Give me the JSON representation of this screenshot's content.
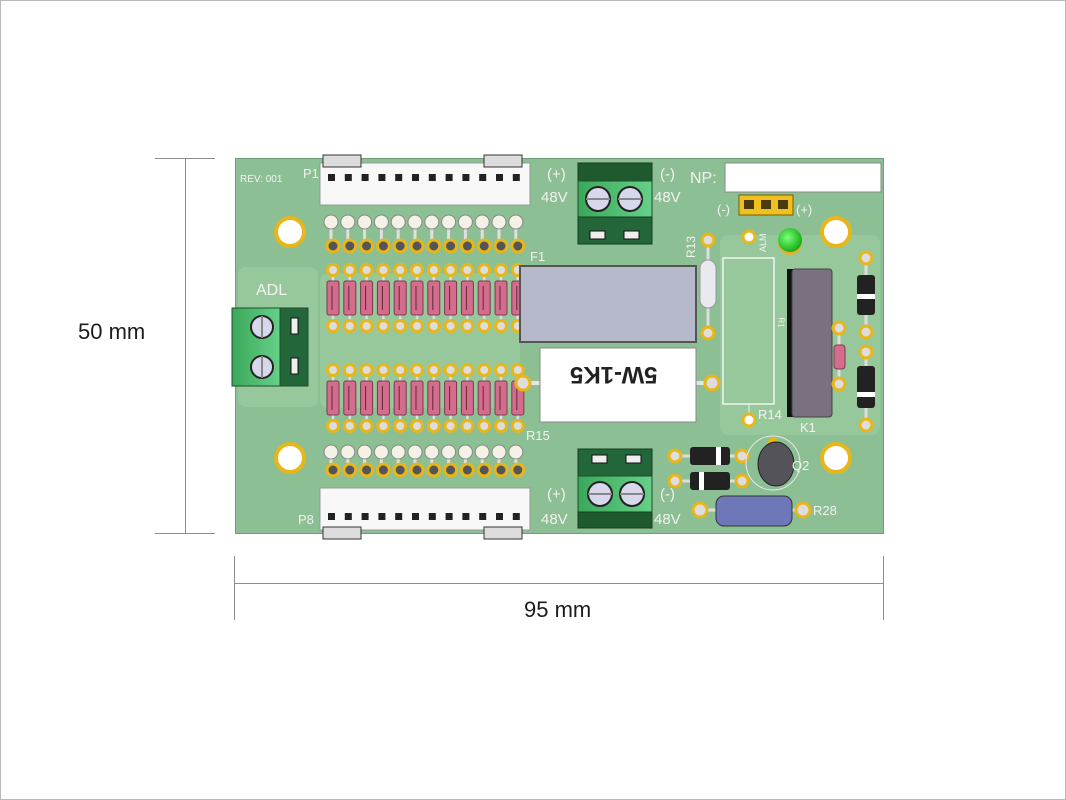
{
  "diagram": {
    "title": "PCB 3D view with dimensions",
    "dimensions": {
      "height_label": "50 mm",
      "width_label": "95 mm"
    },
    "board": {
      "revision": "REV: 001",
      "np_label": "NP:",
      "np_value": "",
      "colors": {
        "board": "#8cbf93",
        "pad": "#f0c020",
        "terminal_block": "#4fbf6f",
        "terminal_dark": "#1f5a2f",
        "resistor_array": "#d46c8c",
        "fuse": "#b8bccb",
        "relay": "#7a7080",
        "led": "#28d228",
        "r28_body": "#6e78b8"
      },
      "connectors": [
        {
          "ref": "P1",
          "pins": 12
        },
        {
          "ref": "P8",
          "pins": 12
        }
      ],
      "terminal_blocks": [
        {
          "ref": "ADL",
          "label": "ADL"
        },
        {
          "ref": "48V-top",
          "plus_label": "(+)",
          "plus_voltage": "48V",
          "minus_label": "(-)",
          "minus_voltage": "48V"
        },
        {
          "ref": "48V-bottom",
          "plus_label": "(+)",
          "plus_voltage": "48V",
          "minus_label": "(-)",
          "minus_voltage": "48V"
        }
      ],
      "components": {
        "fuse": "F1",
        "power_resistor": {
          "ref": "R15",
          "marking": "5W-1K5"
        },
        "r13": "R13",
        "r14": "R14",
        "relay": "K1",
        "relay_inner": "R1",
        "transistor": "Q2",
        "r28": "R28",
        "led": "ALM",
        "jumper_minus": "(-)",
        "jumper_plus": "(+)"
      },
      "resistor_rows": [
        {
          "row": "top",
          "count": 12
        },
        {
          "row": "bottom",
          "count": 12
        }
      ]
    }
  }
}
